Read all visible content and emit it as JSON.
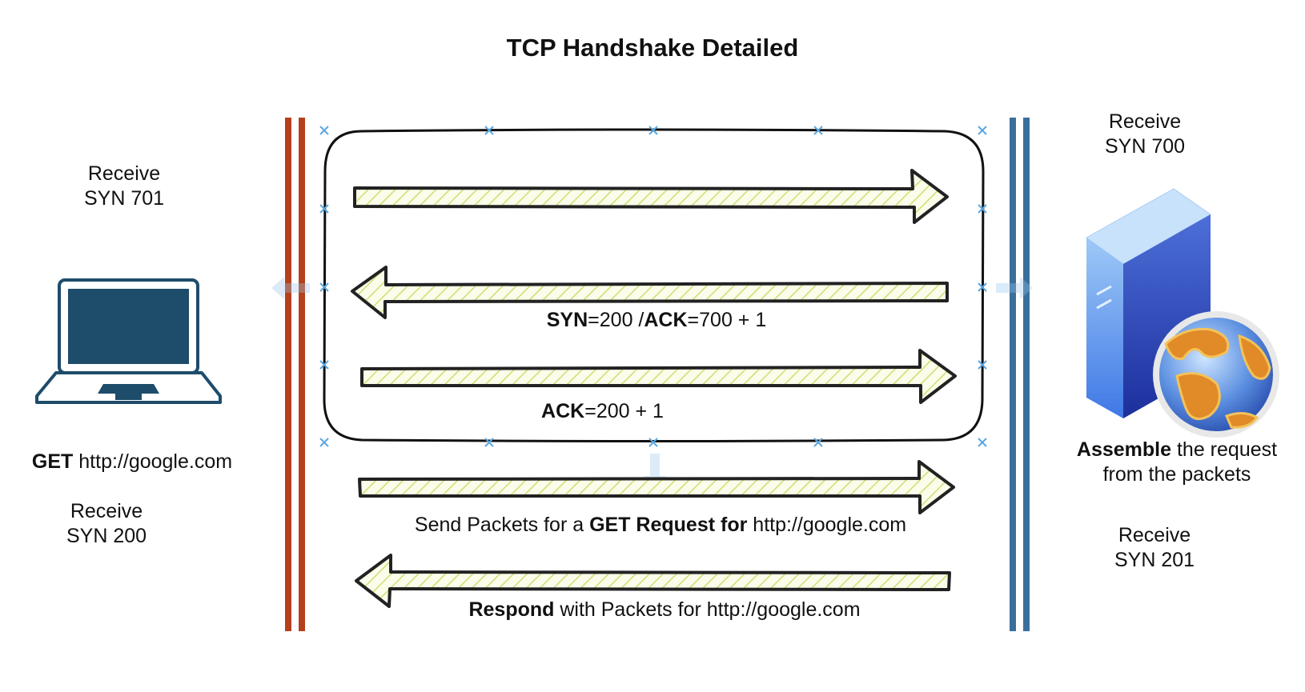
{
  "title": "TCP Handshake Detailed",
  "client": {
    "icon": "laptop-icon",
    "receive_top": [
      "Receive",
      "SYN 701"
    ],
    "get_bold": "GET",
    "get_url": "http://google.com",
    "receive_bottom": [
      "Receive",
      "SYN 200"
    ]
  },
  "server": {
    "icon": "server-globe-icon",
    "receive_top": [
      "Receive",
      "SYN 700"
    ],
    "assemble_bold": "Assemble",
    "assemble_rest_1": "the request",
    "assemble_rest_2": "from the packets",
    "receive_bottom": [
      "Receive",
      "SYN 201"
    ]
  },
  "messages": {
    "synack": {
      "syn_bold": "SYN",
      "syn_val": "=200 /",
      "ack_bold": "ACK",
      "ack_val": "=700 + 1"
    },
    "ack": {
      "ack_bold": "ACK",
      "ack_val": "=200 + 1"
    },
    "send": {
      "pre": "Send Packets for a ",
      "bold": "GET Request for",
      "url": " http://google.com"
    },
    "respond": {
      "bold": "Respond",
      "rest": " with Packets for http://google.com"
    }
  },
  "colors": {
    "client_line": "#b5401d",
    "server_line": "#3a6f9b",
    "laptop": "#1e4c6b",
    "arrow_hatch": "#d6e88a",
    "selection_marker": "#5aa7e0"
  }
}
